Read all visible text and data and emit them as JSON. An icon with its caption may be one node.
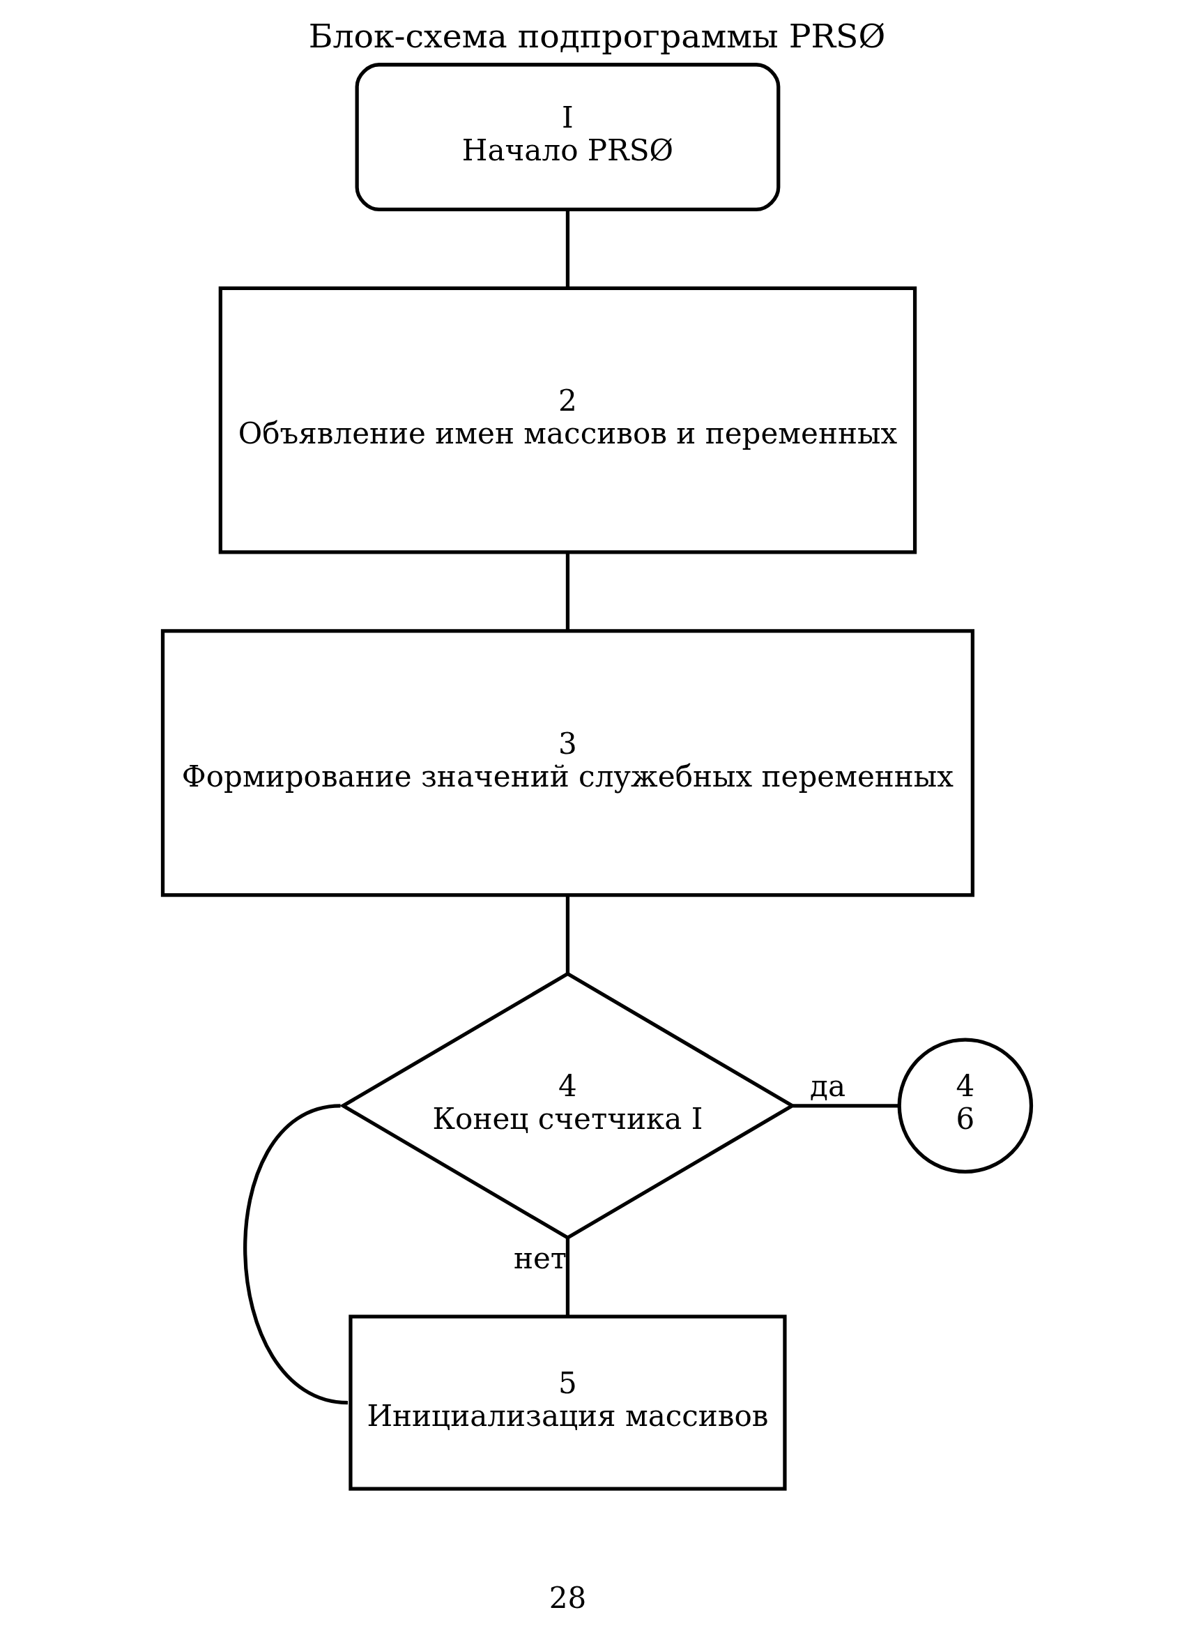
{
  "diagram": {
    "title": "Блок-схема подпрограммы PRSØ",
    "nodes": [
      {
        "text": [
          "I",
          "Начало PRSØ"
        ]
      },
      {
        "text": [
          "2",
          "Объявление имен массивов и переменных"
        ]
      },
      {
        "text": [
          "3",
          "Формирование значений служебных переменных"
        ]
      },
      {
        "text": [
          "4",
          "Конец счетчика I"
        ]
      },
      {
        "text": [
          "4",
          "6"
        ]
      },
      {
        "text": [
          "5",
          "Инициализация массивов"
        ]
      }
    ],
    "edges": [
      {
        "from": 0,
        "to": 1,
        "arrow": "none"
      },
      {
        "from": 1,
        "to": 2,
        "arrow": "none"
      },
      {
        "from": 2,
        "to": 3,
        "arrow": "none"
      },
      {
        "from": 3,
        "to": 4,
        "label": "да",
        "arrow": "none"
      },
      {
        "from": 3,
        "to": 5,
        "label": "нет",
        "arrow": "none"
      },
      {
        "from": 5,
        "to": 3,
        "arrow": "none"
      }
    ],
    "labels": [
      "28"
    ]
  }
}
